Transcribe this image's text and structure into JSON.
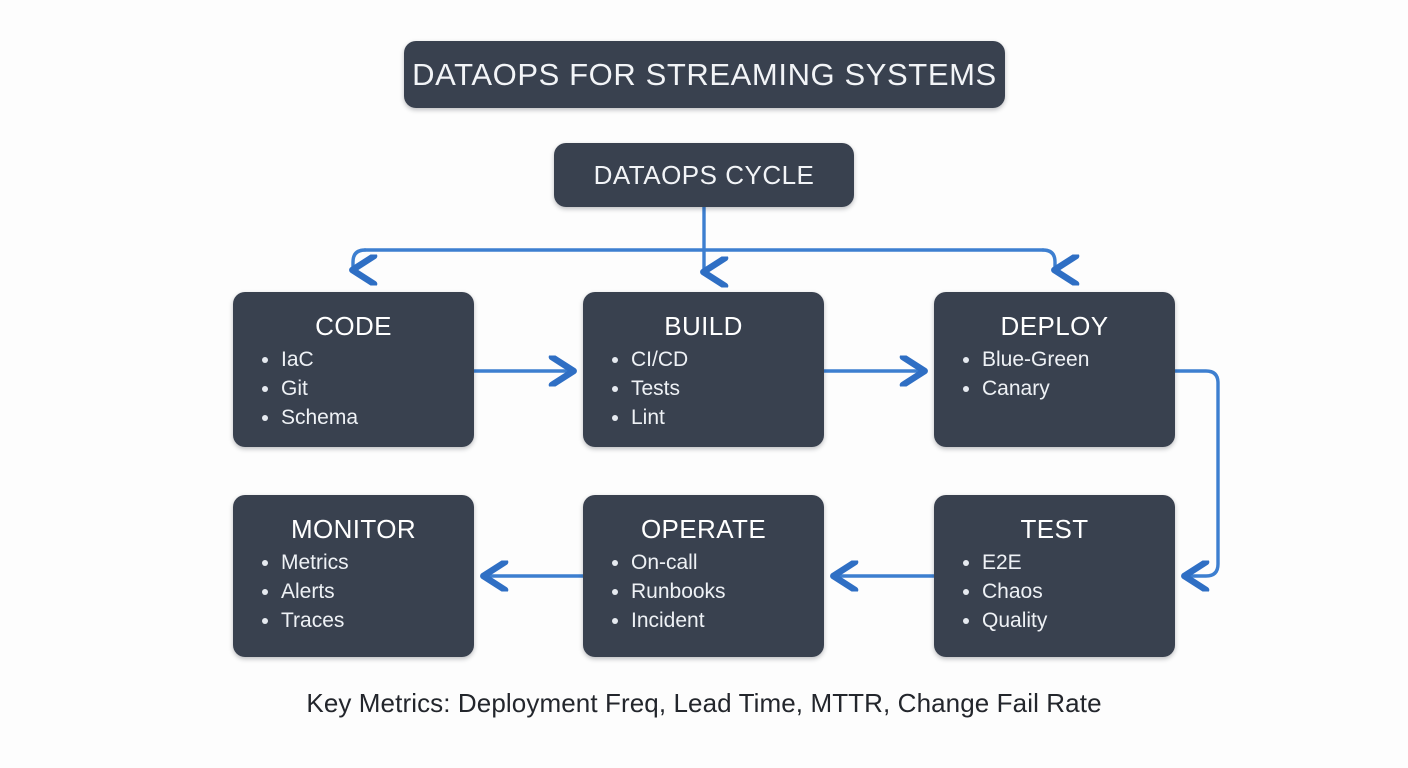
{
  "page": {
    "background_color": "#fdfdfd",
    "node_color": "#39414f",
    "accent_color": "#3d7fd0",
    "text_color": "#ffffff"
  },
  "title": {
    "label": "DATAOPS FOR STREAMING SYSTEMS"
  },
  "hub": {
    "label": "DATAOPS CYCLE"
  },
  "stages": [
    {
      "id": "code",
      "label": "CODE",
      "items": [
        "IaC",
        "Git",
        "Schema"
      ]
    },
    {
      "id": "build",
      "label": "BUILD",
      "items": [
        "CI/CD",
        "Tests",
        "Lint"
      ]
    },
    {
      "id": "deploy",
      "label": "DEPLOY",
      "items": [
        "Blue-Green",
        "Canary"
      ]
    },
    {
      "id": "test",
      "label": "TEST",
      "items": [
        "E2E",
        "Chaos",
        "Quality"
      ]
    },
    {
      "id": "operate",
      "label": "OPERATE",
      "items": [
        "On-call",
        "Runbooks",
        "Incident"
      ]
    },
    {
      "id": "monitor",
      "label": "MONITOR",
      "items": [
        "Metrics",
        "Alerts",
        "Traces"
      ]
    }
  ],
  "connectors": [
    {
      "name": "hub-to-code",
      "from": "DATAOPS CYCLE",
      "to": "CODE",
      "style": "elbow-down"
    },
    {
      "name": "hub-to-build",
      "from": "DATAOPS CYCLE",
      "to": "BUILD",
      "style": "straight-down"
    },
    {
      "name": "hub-to-deploy",
      "from": "DATAOPS CYCLE",
      "to": "DEPLOY",
      "style": "elbow-down"
    },
    {
      "name": "code-to-build",
      "from": "CODE",
      "to": "BUILD",
      "style": "straight-right"
    },
    {
      "name": "build-to-deploy",
      "from": "BUILD",
      "to": "DEPLOY",
      "style": "straight-right"
    },
    {
      "name": "deploy-to-test",
      "from": "DEPLOY",
      "to": "TEST",
      "style": "loop-right-down"
    },
    {
      "name": "test-to-operate",
      "from": "TEST",
      "to": "OPERATE",
      "style": "straight-left"
    },
    {
      "name": "operate-to-monitor",
      "from": "OPERATE",
      "to": "MONITOR",
      "style": "straight-left"
    }
  ],
  "footer": {
    "label": "Key Metrics: Deployment Freq, Lead Time, MTTR, Change Fail Rate"
  }
}
